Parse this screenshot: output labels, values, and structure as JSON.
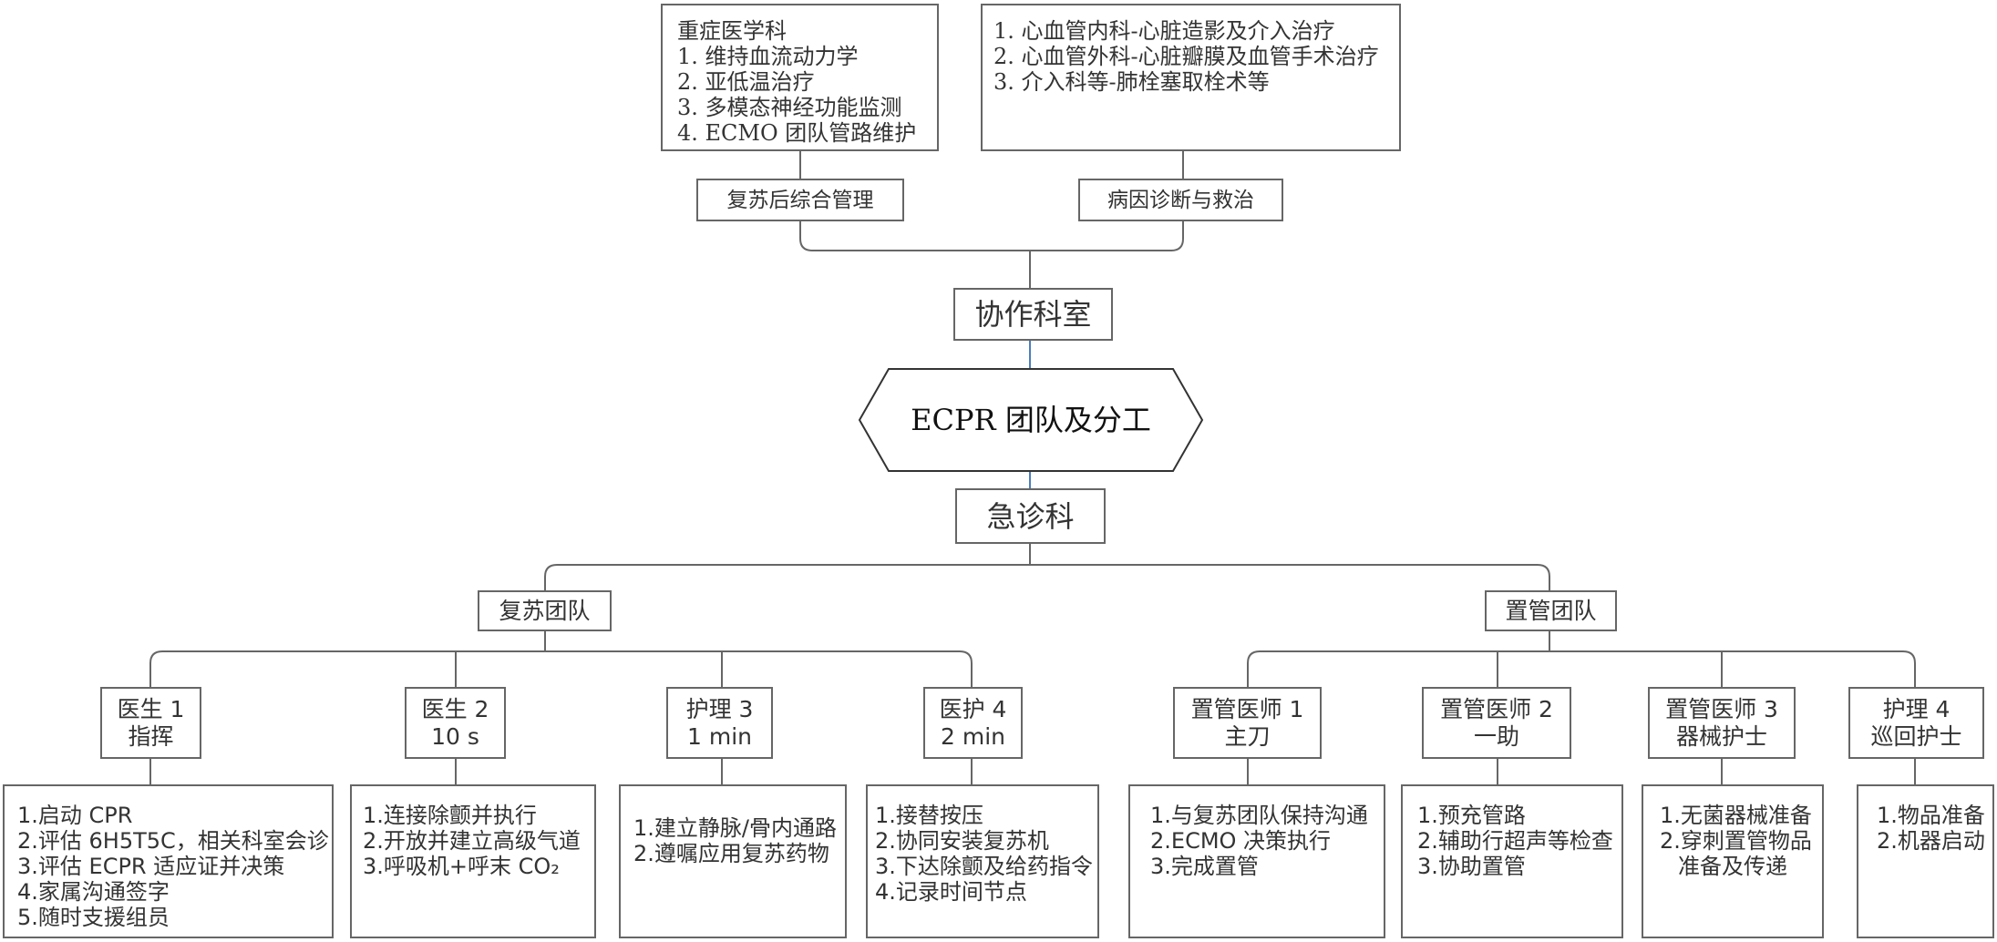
{
  "collab": {
    "icu": {
      "title": "重症医学科",
      "items": [
        "1. 维持血流动力学",
        "2. 亚低温治疗",
        "3. 多模态神经功能监测",
        "4. ECMO 团队管路维护"
      ]
    },
    "cardio": {
      "items": [
        "1. 心血管内科-心脏造影及介入治疗",
        "2. 心血管外科-心脏瓣膜及血管手术治疗",
        "3. 介入科等-肺栓塞取栓术等"
      ]
    },
    "post_label": "复苏后综合管理",
    "cause_label": "病因诊断与救治",
    "title": "协作科室"
  },
  "center_title": "ECPR 团队及分工",
  "emergency": "急诊科",
  "teams": [
    {
      "label": "复苏团队",
      "roles": [
        {
          "l1": "医生 1",
          "l2": "指挥",
          "tasks": [
            "1.启动 CPR",
            "2.评估 6H5T5C，相关科室会诊",
            "3.评估 ECPR 适应证并决策",
            "4.家属沟通签字",
            "5.随时支援组员"
          ]
        },
        {
          "l1": "医生 2",
          "l2": "10 s",
          "tasks": [
            "1.连接除颤并执行",
            "2.开放并建立高级气道",
            "3.呼吸机+呼末 CO₂"
          ]
        },
        {
          "l1": "护理 3",
          "l2": "1 min",
          "tasks": [
            "1.建立静脉/骨内通路",
            "2.遵嘱应用复苏药物"
          ]
        },
        {
          "l1": "医护 4",
          "l2": "2 min",
          "tasks": [
            "1.接替按压",
            "2.协同安装复苏机",
            "3.下达除颤及给药指令",
            "4.记录时间节点"
          ]
        }
      ]
    },
    {
      "label": "置管团队",
      "roles": [
        {
          "l1": "置管医师 1",
          "l2": "主刀",
          "tasks": [
            "1.与复苏团队保持沟通",
            "2.ECMO 决策执行",
            "3.完成置管"
          ]
        },
        {
          "l1": "置管医师 2",
          "l2": "一助",
          "tasks": [
            "1.预充管路",
            "2.辅助行超声等检查",
            "3.协助置管"
          ]
        },
        {
          "l1": "置管医师 3",
          "l2": "器械护士",
          "tasks": [
            "1.无菌器械准备",
            "2.穿刺置管物品",
            "准备及传递"
          ]
        },
        {
          "l1": "护理 4",
          "l2": "巡回护士",
          "tasks": [
            "1.物品准备",
            "2.机器启动"
          ]
        }
      ]
    }
  ],
  "colors": {
    "line": "#666666",
    "accent_line": "#4a7ebb"
  }
}
